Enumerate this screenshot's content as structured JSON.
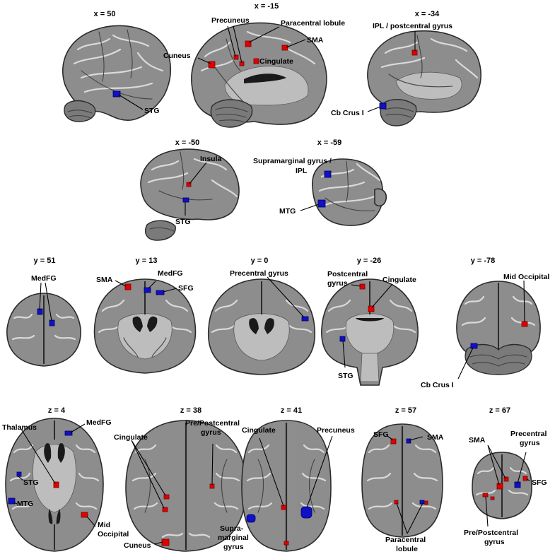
{
  "figure": {
    "colors": {
      "increase": "#e00000",
      "decrease": "#1010c8",
      "brain_tissue": "#8d8d8d"
    },
    "rows": [
      {
        "name": "sagittal-top",
        "panels": [
          {
            "coord": "x = 50",
            "labels": [
              {
                "text": "STG",
                "color": "blue"
              }
            ]
          },
          {
            "coord": "x = -15",
            "labels": [
              {
                "text": "Precuneus",
                "color": "red"
              },
              {
                "text": "Paracentral lobule",
                "color": "red"
              },
              {
                "text": "SMA",
                "color": "red"
              },
              {
                "text": "Cuneus",
                "color": "red"
              },
              {
                "text": "Cingulate",
                "color": "red"
              }
            ]
          },
          {
            "coord": "x = -34",
            "labels": [
              {
                "text": "IPL / postcentral gyrus",
                "color": "red"
              },
              {
                "text": "Cb Crus I",
                "color": "blue"
              }
            ]
          }
        ]
      },
      {
        "name": "sagittal-middle",
        "panels": [
          {
            "coord": "x = -50",
            "labels": [
              {
                "text": "Insula",
                "color": "red"
              },
              {
                "text": "STG",
                "color": "blue"
              }
            ]
          },
          {
            "coord": "x = -59",
            "labels": [
              {
                "text": "Supramarginal gyrus /",
                "color": "blue"
              },
              {
                "text": "IPL",
                "color": "blue"
              },
              {
                "text": "MTG",
                "color": "blue"
              }
            ]
          }
        ]
      },
      {
        "name": "coronal",
        "panels": [
          {
            "coord": "y = 51",
            "labels": [
              {
                "text": "MedFG",
                "color": "blue"
              }
            ]
          },
          {
            "coord": "y = 13",
            "labels": [
              {
                "text": "SMA",
                "color": "red"
              },
              {
                "text": "MedFG",
                "color": "blue"
              },
              {
                "text": "SFG",
                "color": "blue"
              }
            ]
          },
          {
            "coord": "y = 0",
            "labels": [
              {
                "text": "Precentral gyrus",
                "color": "blue"
              }
            ]
          },
          {
            "coord": "y = -26",
            "labels": [
              {
                "text": "Postcentral",
                "color": "red"
              },
              {
                "text": "gyrus",
                "color": "red"
              },
              {
                "text": "Cingulate",
                "color": "red"
              },
              {
                "text": "STG",
                "color": "blue"
              }
            ]
          },
          {
            "coord": "y = -78",
            "labels": [
              {
                "text": "Mid Occipital",
                "color": "red"
              },
              {
                "text": "Cb Crus I",
                "color": "blue"
              }
            ]
          }
        ]
      },
      {
        "name": "axial",
        "panels": [
          {
            "coord": "z = 4",
            "labels": [
              {
                "text": "Thalamus",
                "color": "red"
              },
              {
                "text": "MedFG",
                "color": "blue"
              },
              {
                "text": "STG",
                "color": "blue"
              },
              {
                "text": "MTG",
                "color": "blue"
              },
              {
                "text": "Mid",
                "color": "red"
              },
              {
                "text": "Occipital",
                "color": "red"
              }
            ]
          },
          {
            "coord": "z = 38",
            "labels": [
              {
                "text": "Pre/Postcentral",
                "color": "red"
              },
              {
                "text": "gyrus",
                "color": "red"
              },
              {
                "text": "Cingulate",
                "color": "red"
              },
              {
                "text": "Cuneus",
                "color": "red"
              }
            ]
          },
          {
            "coord": "z = 41",
            "labels": [
              {
                "text": "Cingulate",
                "color": "red"
              },
              {
                "text": "Precuneus",
                "color": "blue"
              },
              {
                "text": "Supra-",
                "color": "blue"
              },
              {
                "text": "marginal",
                "color": "blue"
              },
              {
                "text": "gyrus",
                "color": "blue"
              }
            ]
          },
          {
            "coord": "z = 57",
            "labels": [
              {
                "text": "SFG",
                "color": "red"
              },
              {
                "text": "SMA",
                "color": "blue"
              },
              {
                "text": "Paracentral",
                "color": "red"
              },
              {
                "text": "lobule",
                "color": "red"
              }
            ]
          },
          {
            "coord": "z = 67",
            "labels": [
              {
                "text": "Precentral",
                "color": "blue"
              },
              {
                "text": "gyrus",
                "color": "blue"
              },
              {
                "text": "SMA",
                "color": "red"
              },
              {
                "text": "SFG",
                "color": "blue"
              },
              {
                "text": "Pre/Postcentral",
                "color": "red"
              },
              {
                "text": "gyrus",
                "color": "red"
              }
            ]
          }
        ]
      }
    ]
  }
}
